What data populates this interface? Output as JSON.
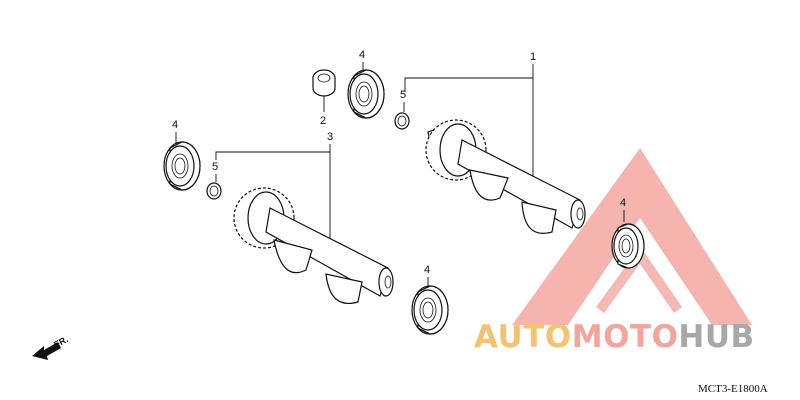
{
  "diagram": {
    "callouts": {
      "shaft_assy_upper": "1",
      "collar": "2",
      "shaft_assy_lower": "3",
      "bearing_top": "4",
      "bearing_left": "4",
      "bearing_bottom": "4",
      "bearing_right": "4",
      "washer_upper": "5",
      "washer_lower": "5"
    },
    "direction_label": "FR.",
    "diagram_code": "MCT3-E1800A"
  },
  "watermark": {
    "word_part1": "AUTO",
    "word_part2": "MOTO",
    "word_part3": "HUB",
    "colors": {
      "triangle": "#f08a80",
      "part1": "#f4c271",
      "part2": "#f3a49c",
      "part3": "#a8a8a8"
    }
  }
}
